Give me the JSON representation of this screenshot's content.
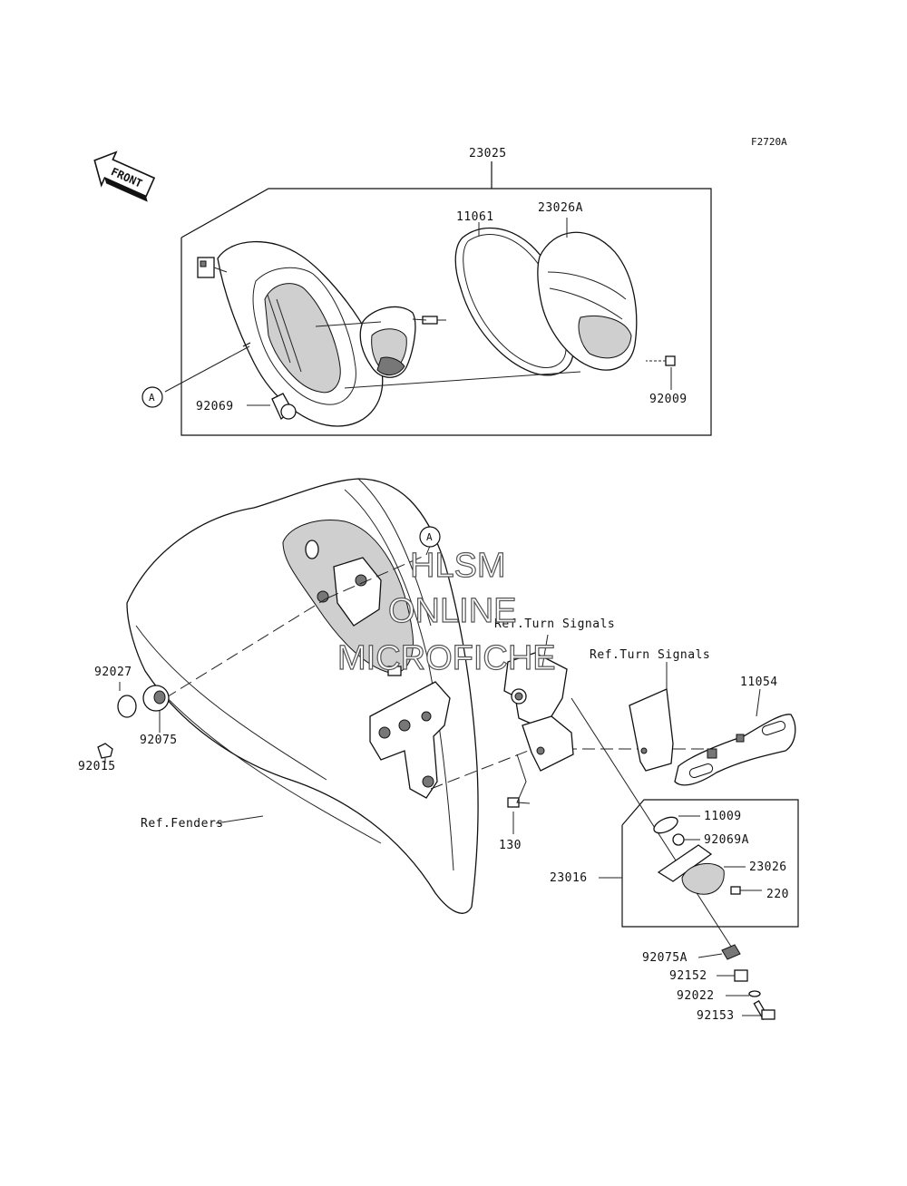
{
  "figure_code": "F2720A",
  "front_arrow": {
    "label": "FRONT"
  },
  "watermark": {
    "line1": "HLSM",
    "line2": "ONLINE",
    "line3": "MICROFICHE"
  },
  "callout_marker": "A",
  "parts": {
    "p23025": "23025",
    "p11061": "11061",
    "p23026A": "23026A",
    "p92069": "92069",
    "p92009": "92009",
    "p92027": "92027",
    "p92075": "92075",
    "p92015": "92015",
    "p11054": "11054",
    "p11009": "11009",
    "p92069A": "92069A",
    "p23026": "23026",
    "p220": "220",
    "p23016": "23016",
    "p130": "130",
    "p92075A": "92075A",
    "p92152": "92152",
    "p92022": "92022",
    "p92153": "92153"
  },
  "references": {
    "turn_signals_1": "Ref.Turn Signals",
    "turn_signals_2": "Ref.Turn Signals",
    "fenders": "Ref.Fenders"
  }
}
